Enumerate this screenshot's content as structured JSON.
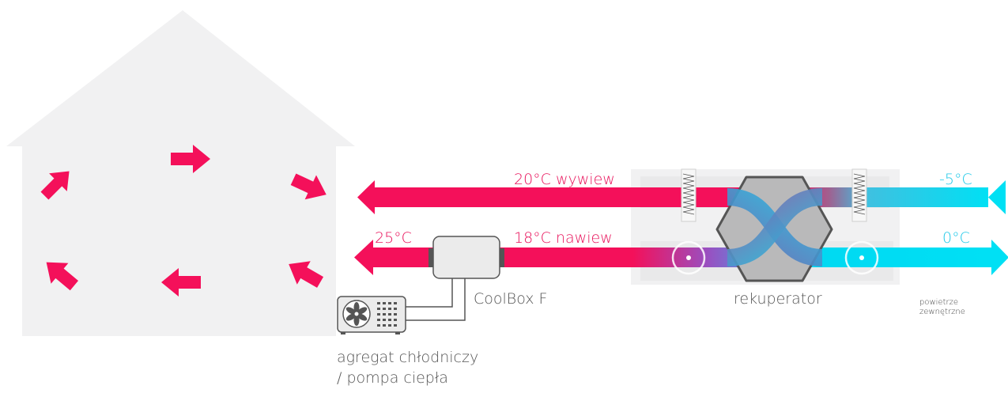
{
  "labels": {
    "exhaust": "20°C  wywiew",
    "supply": "18°C  nawiew",
    "room_supply": "25°C",
    "outdoor_exhaust": "-5°C",
    "outdoor_intake": "0°C",
    "coolbox": "CoolBox F",
    "recuperator": "rekuperator",
    "outdoor_air": "powietrze zewnętrzne",
    "unit_line1": "agregat chłodniczy",
    "unit_line2": "/ pompa ciepła"
  },
  "icons": {
    "house": "house-icon",
    "arrow": "arrow-icon",
    "fan": "fan-icon",
    "heat_exchanger": "heat-exchanger-icon"
  },
  "colors": {
    "warm": "#f4105a",
    "cool": "#00e0f4",
    "house": "#f1f1f2",
    "device": "#e6e6e6",
    "outline": "#555555"
  }
}
